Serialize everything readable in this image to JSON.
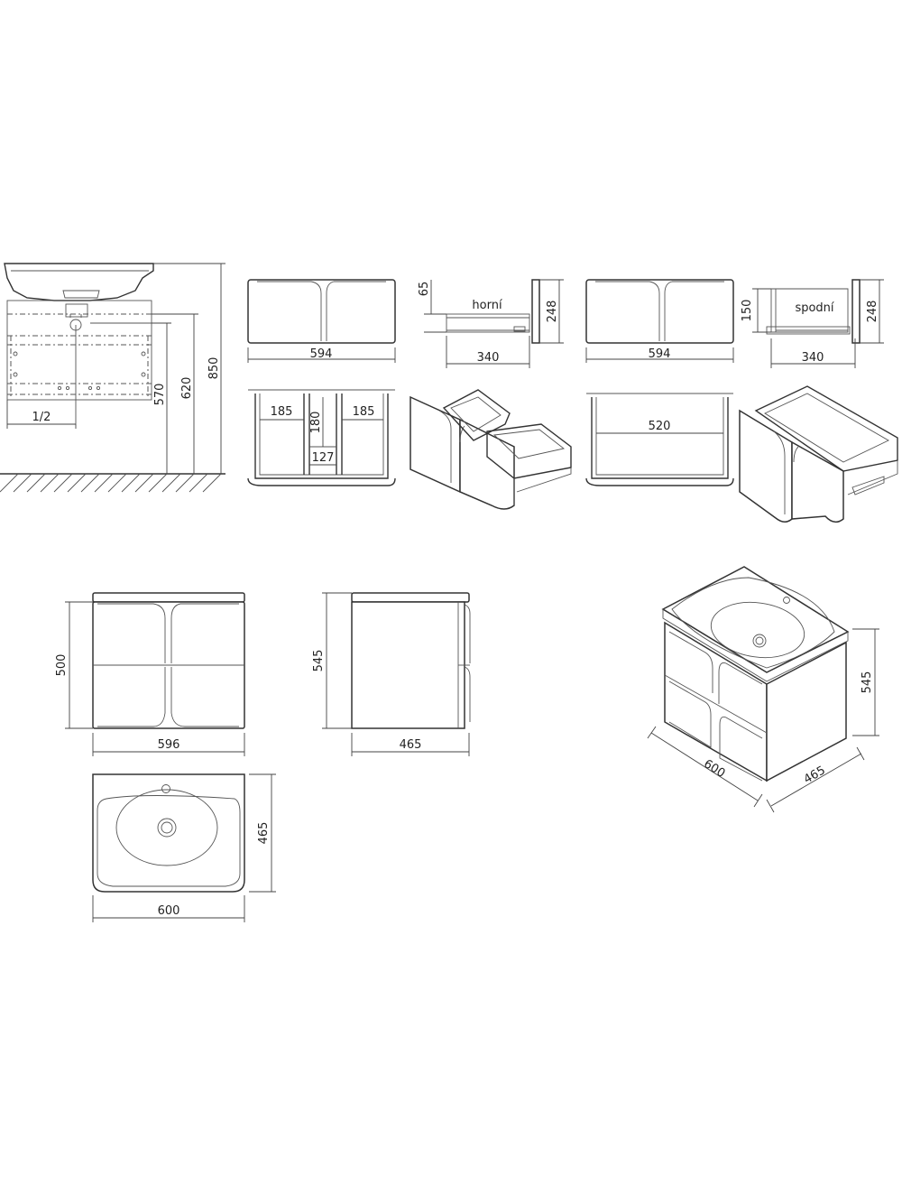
{
  "dimensions": {
    "half": "1/2",
    "h570": "570",
    "h620": "620",
    "h850": "850",
    "w594a": "594",
    "h65": "65",
    "horni": "horní",
    "h248a": "248",
    "w340a": "340",
    "w594b": "594",
    "h150": "150",
    "spodni": "spodní",
    "h248b": "248",
    "w340b": "340",
    "w185a": "185",
    "h180": "180",
    "w185b": "185",
    "w127": "127",
    "w520": "520",
    "h500": "500",
    "w596": "596",
    "h545a": "545",
    "d465a": "465",
    "d465b": "465",
    "w600a": "600",
    "h545b": "545",
    "w600b": "600",
    "d465c": "465"
  },
  "colors": {
    "line": "#333333",
    "background": "#ffffff"
  }
}
